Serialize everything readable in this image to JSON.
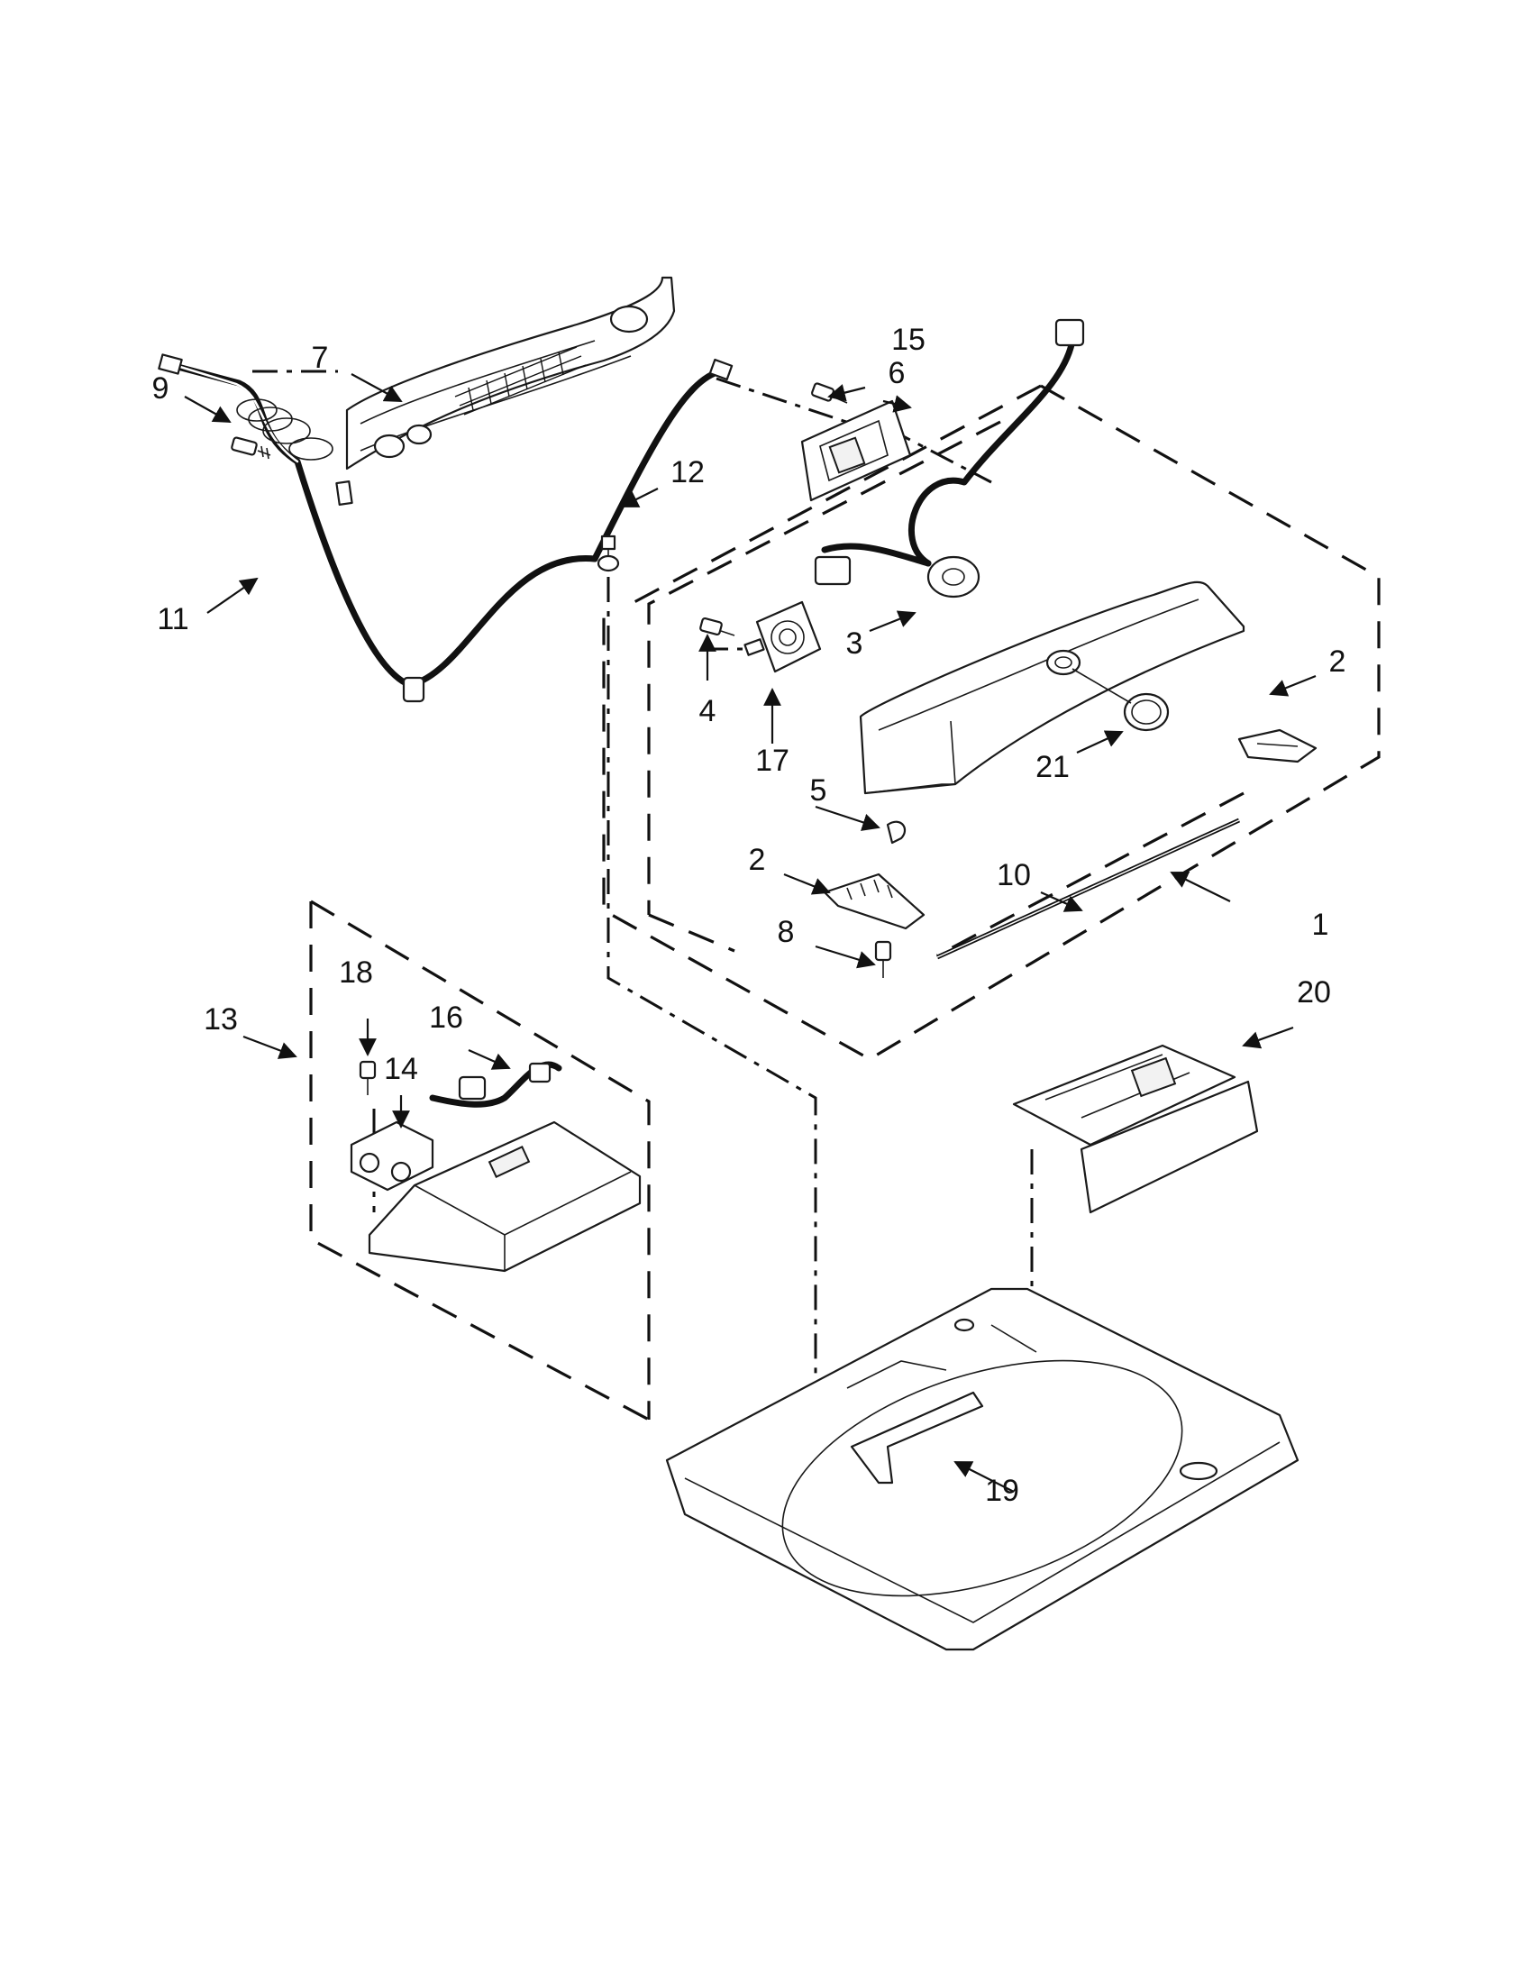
{
  "diagram": {
    "callouts": [
      {
        "id": "c1",
        "text": "1"
      },
      {
        "id": "c2a",
        "text": "2"
      },
      {
        "id": "c2b",
        "text": "2"
      },
      {
        "id": "c3",
        "text": "3"
      },
      {
        "id": "c4",
        "text": "4"
      },
      {
        "id": "c5",
        "text": "5"
      },
      {
        "id": "c6",
        "text": "6"
      },
      {
        "id": "c7",
        "text": "7"
      },
      {
        "id": "c8",
        "text": "8"
      },
      {
        "id": "c9",
        "text": "9"
      },
      {
        "id": "c10",
        "text": "10"
      },
      {
        "id": "c11",
        "text": "11"
      },
      {
        "id": "c12",
        "text": "12"
      },
      {
        "id": "c13",
        "text": "13"
      },
      {
        "id": "c14",
        "text": "14"
      },
      {
        "id": "c15",
        "text": "15"
      },
      {
        "id": "c16",
        "text": "16"
      },
      {
        "id": "c17",
        "text": "17"
      },
      {
        "id": "c18",
        "text": "18"
      },
      {
        "id": "c19",
        "text": "19"
      },
      {
        "id": "c20",
        "text": "20"
      },
      {
        "id": "c21",
        "text": "21"
      }
    ]
  }
}
